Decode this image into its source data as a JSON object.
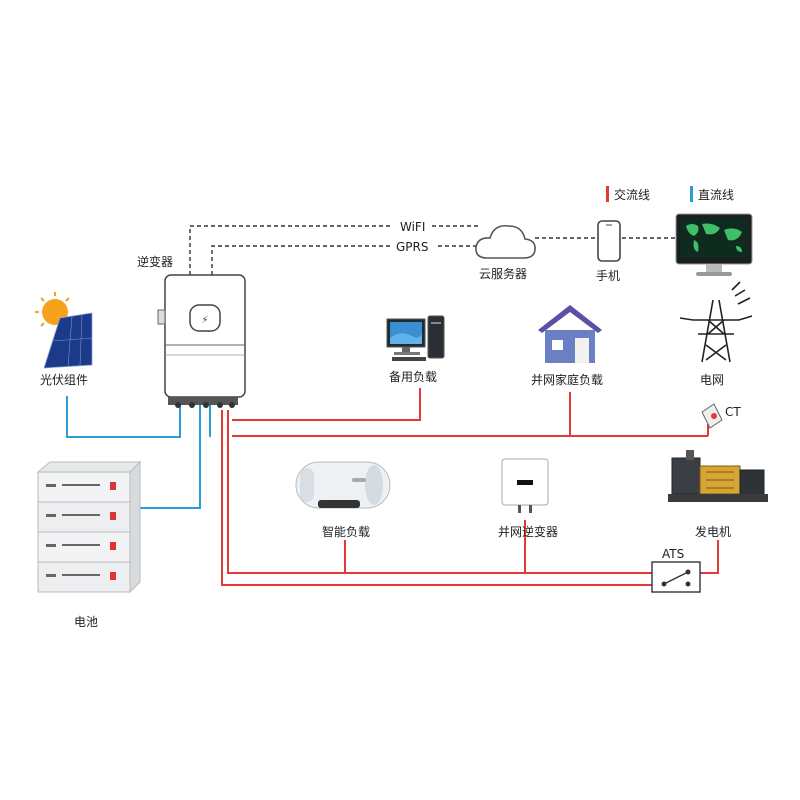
{
  "legend": {
    "ac": {
      "label": "交流线",
      "color": "#e53935"
    },
    "dc": {
      "label": "直流线",
      "color": "#2a9fd6"
    }
  },
  "comm_links": {
    "wifi": "WiFI",
    "gprs": "GPRS"
  },
  "nodes": {
    "inverter": "逆变器",
    "pv": "光伏组件",
    "cloud": "云服务器",
    "phone": "手机",
    "backup_load": "备用负载",
    "home_load": "并网家庭负载",
    "grid": "电网",
    "ct": "CT",
    "smart_load": "智能负载",
    "grid_inverter": "并网逆变器",
    "generator": "发电机",
    "ats": "ATS",
    "battery": "电池"
  },
  "icons": {
    "inverter": "hybrid-inverter-icon",
    "pv": "solar-panel-icon",
    "cloud": "cloud-icon",
    "phone": "smartphone-icon",
    "monitor": "monitor-world-map-icon",
    "backup_load": "desktop-computer-icon",
    "home_load": "house-icon",
    "grid": "transmission-tower-icon",
    "ct": "current-transformer-icon",
    "smart_load": "water-heater-icon",
    "grid_inverter": "string-inverter-icon",
    "generator": "diesel-generator-icon",
    "ats": "transfer-switch-icon",
    "battery": "battery-rack-icon"
  }
}
